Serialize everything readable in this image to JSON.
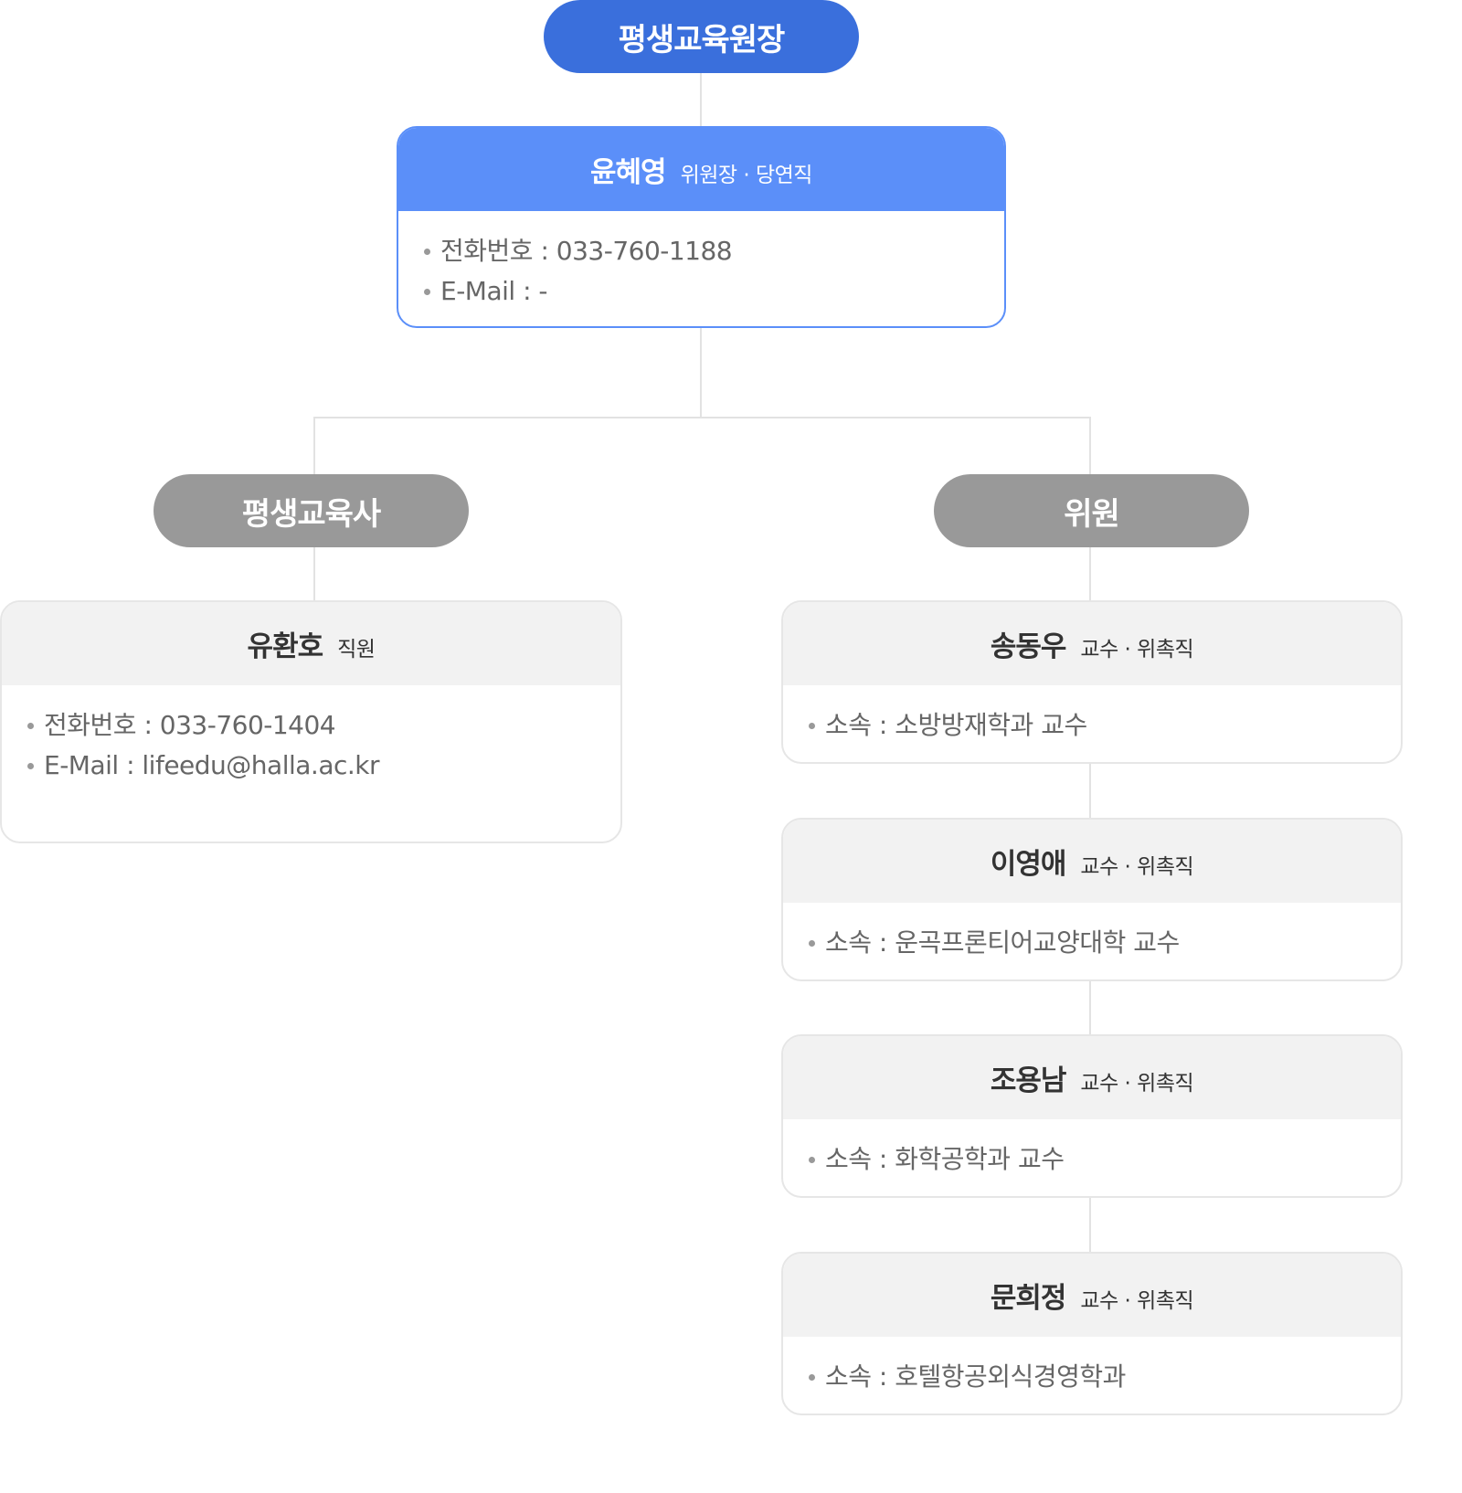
{
  "top": {
    "label": "평생교육원장"
  },
  "chair": {
    "name": "윤혜영",
    "role": "위원장 · 당연직",
    "info": [
      {
        "text": "전화번호 : 033-760-1188"
      },
      {
        "text": "E-Mail : -"
      }
    ]
  },
  "groups": [
    {
      "label": "평생교육사",
      "members": [
        {
          "name": "유환호",
          "role": "직원",
          "info": [
            {
              "text": "전화번호 : 033-760-1404"
            },
            {
              "text": "E-Mail : lifeedu@halla.ac.kr"
            }
          ]
        }
      ]
    },
    {
      "label": "위원",
      "members": [
        {
          "name": "송동우",
          "role": "교수 · 위촉직",
          "info": [
            {
              "text": "소속 : 소방방재학과 교수"
            }
          ]
        },
        {
          "name": "이영애",
          "role": "교수 · 위촉직",
          "info": [
            {
              "text": "소속 : 운곡프론티어교양대학 교수"
            }
          ]
        },
        {
          "name": "조용남",
          "role": "교수 · 위촉직",
          "info": [
            {
              "text": "소속 : 화학공학과 교수"
            }
          ]
        },
        {
          "name": "문희정",
          "role": "교수 · 위촉직",
          "info": [
            {
              "text": "소속 : 호텔항공외식경영학과"
            }
          ]
        }
      ]
    }
  ],
  "colors": {
    "primary": "#3a6fdc",
    "chair_header": "#5b8ff9",
    "group_pill": "#999999",
    "card_header": "#f2f2f2",
    "line": "#e2e2e2"
  }
}
